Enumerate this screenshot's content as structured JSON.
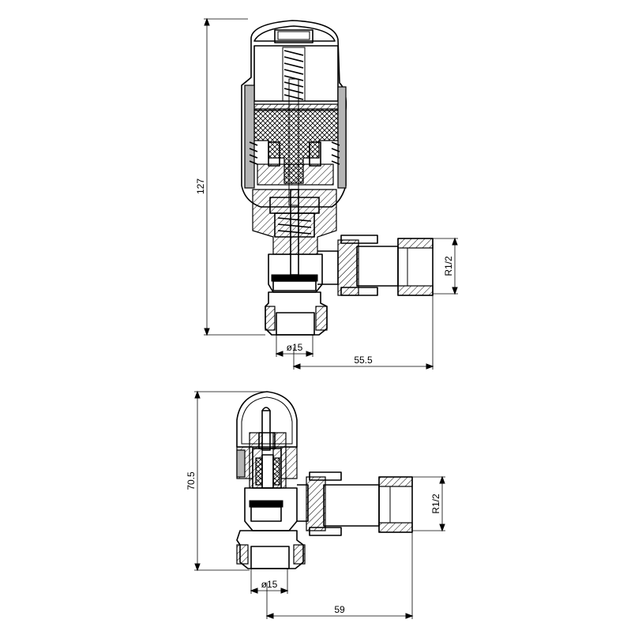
{
  "top_view": {
    "height_label": "127",
    "thread_label": "R1/2",
    "diameter_label": "ø15",
    "length_label": "55.5"
  },
  "bottom_view": {
    "height_label": "70.5",
    "thread_label": "R1/2",
    "diameter_label": "ø15",
    "length_label": "59"
  }
}
